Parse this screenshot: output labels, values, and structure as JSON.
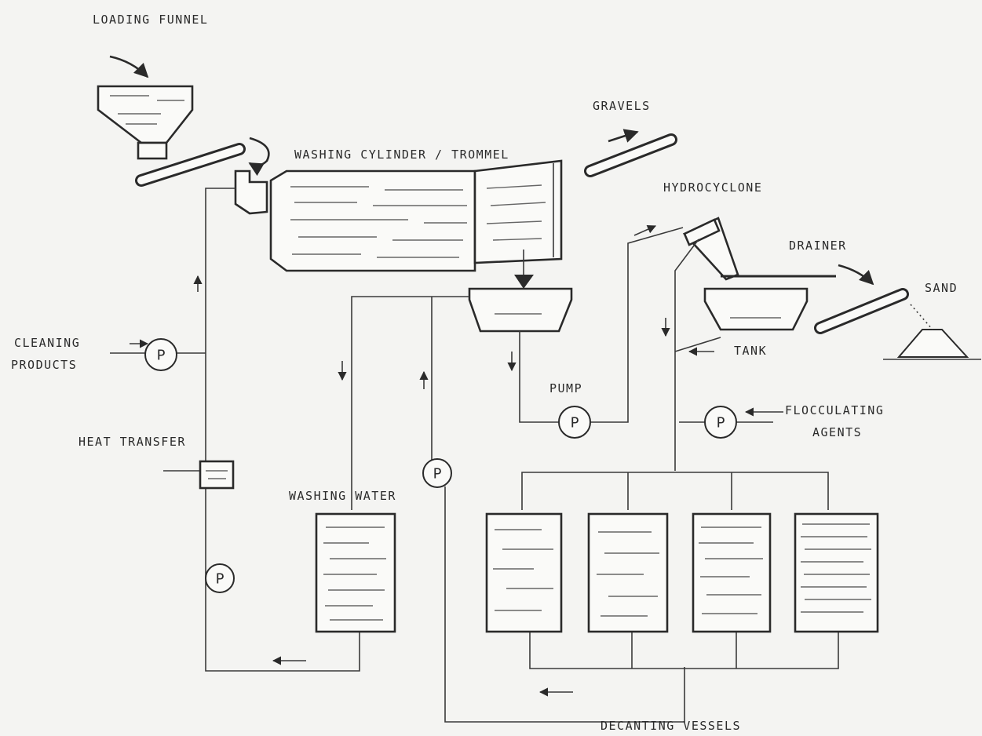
{
  "labels": {
    "loading_funnel": "LOADING FUNNEL",
    "gravels": "GRAVELS",
    "washing_cylinder": "WASHING CYLINDER / TROMMEL",
    "hydrocyclone": "HYDROCYCLONE",
    "drainer": "DRAINER",
    "sand": "SAND",
    "tank": "TANK",
    "cleaning": "CLEANING",
    "products": "PRODUCTS",
    "pump": "PUMP",
    "flocculating": "FLOCCULATING",
    "agents": "AGENTS",
    "heat_transfer": "HEAT TRANSFER",
    "washing_water": "WASHING WATER",
    "decanting_vessels": "DECANTING VESSELS"
  },
  "pump_symbol": "P"
}
